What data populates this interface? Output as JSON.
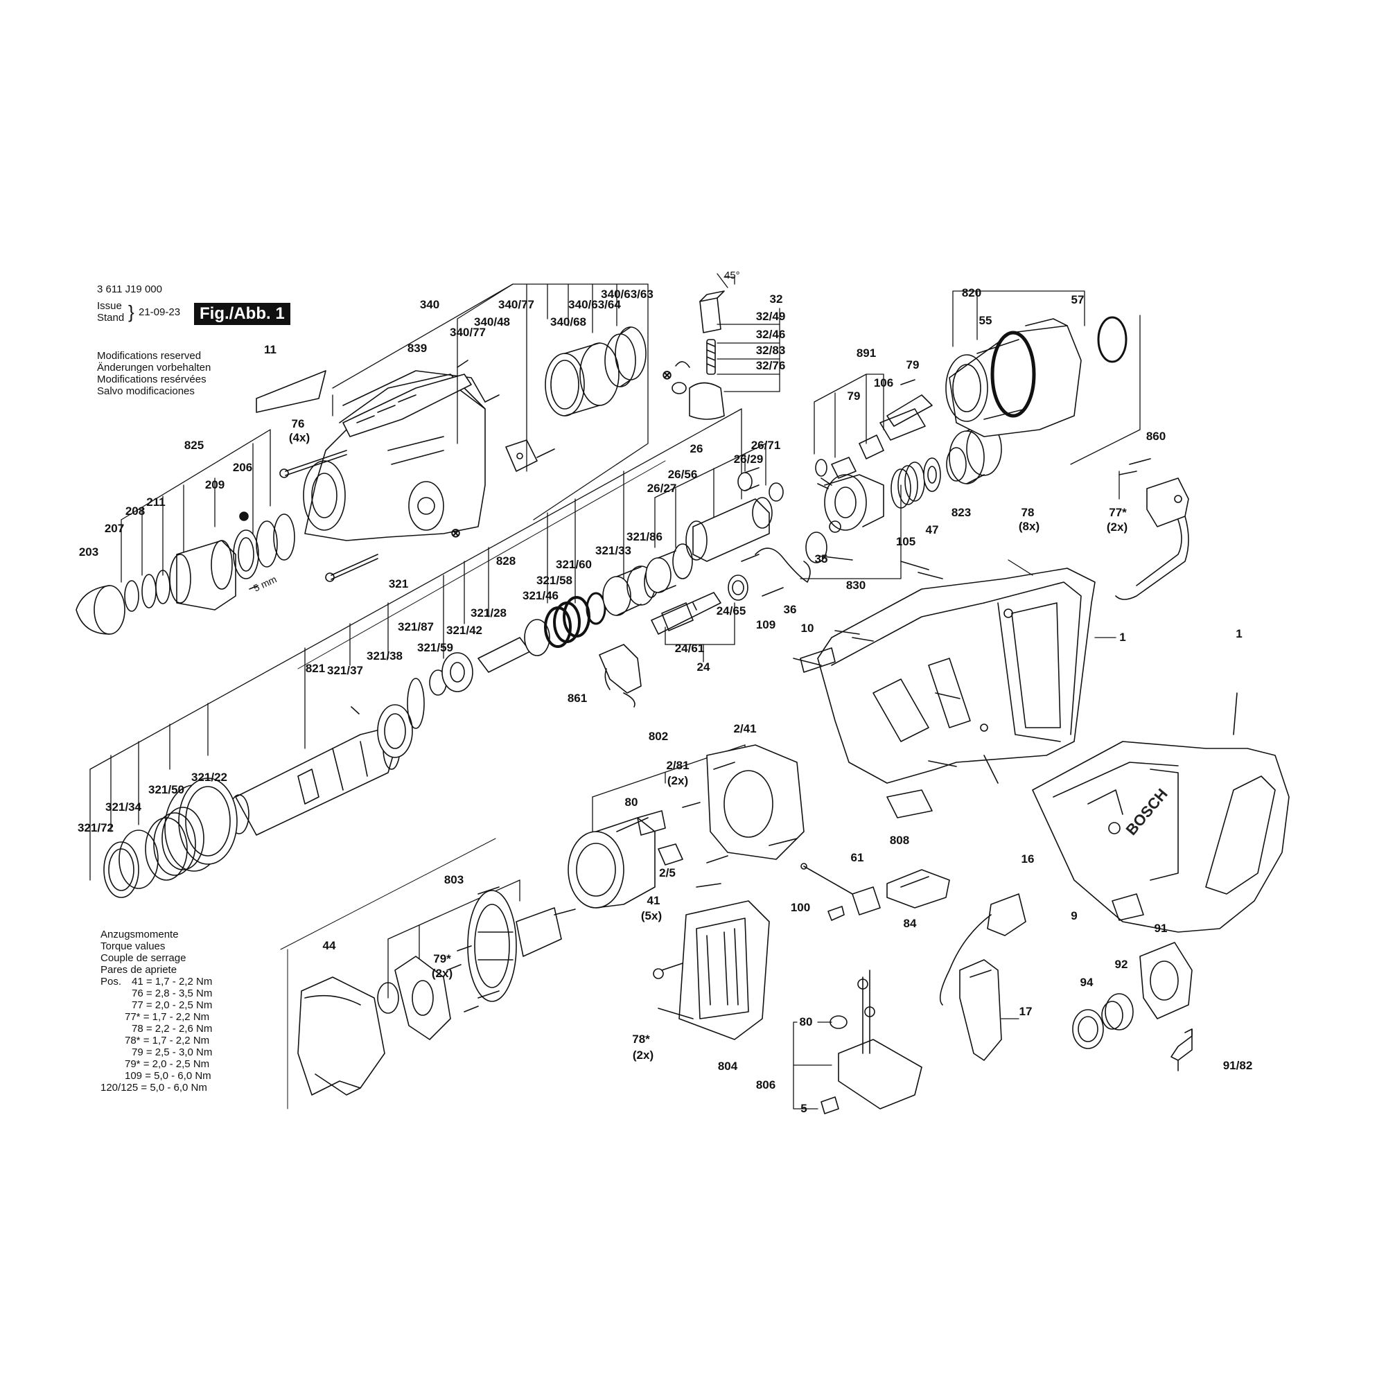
{
  "header": {
    "doc_number": "3 611 J19 000",
    "issue_label": "Issue",
    "stand_label": "Stand",
    "date": "21-09-23",
    "figure": "Fig./Abb. 1"
  },
  "modifications": [
    "Modifications reserved",
    "Änderungen vorbehalten",
    "Modifications resérvées",
    "Salvo modificaciones"
  ],
  "torque": {
    "headings": [
      "Anzugsmomente",
      "Torque values",
      "Couple de serrage",
      "Pares de apriete"
    ],
    "pos_label": "Pos.",
    "rows": [
      "41 = 1,7 - 2,2 Nm",
      "76 = 2,8 - 3,5 Nm",
      "77 = 2,0 - 2,5 Nm",
      "77* = 1,7 - 2,2 Nm",
      "78 = 2,2 - 2,6 Nm",
      "78* = 1,7 - 2,2 Nm",
      "79 = 2,5 - 3,0 Nm",
      "79* = 2,0 - 2,5 Nm",
      "109 = 5,0 - 6,0 Nm",
      "120/125 = 5,0 - 6,0 Nm"
    ]
  },
  "annotations": {
    "angle": "45°",
    "dimension": "5 mm",
    "brand_on_housing": "BOSCH"
  },
  "part_labels": [
    "340",
    "340/77",
    "340/63/64",
    "340/63/63",
    "340/48",
    "340/68",
    "340/77",
    "839",
    "11",
    "76",
    "(4x)",
    "825",
    "206",
    "209",
    "211",
    "208",
    "207",
    "203",
    "321",
    "828",
    "821",
    "321/87",
    "321/38",
    "321/37",
    "321/59",
    "321/42",
    "321/28",
    "321/46",
    "321/58",
    "321/60",
    "321/33",
    "321/86",
    "321/22",
    "321/50",
    "321/34",
    "321/72",
    "32",
    "32/49",
    "32/46",
    "32/83",
    "32/76",
    "26",
    "26/71",
    "26/29",
    "26/56",
    "26/27",
    "24/65",
    "24/61",
    "24",
    "861",
    "109",
    "36",
    "35",
    "830",
    "105",
    "47",
    "823",
    "891",
    "79",
    "106",
    "79",
    "820",
    "55",
    "57",
    "860",
    "77*",
    "(2x)",
    "78",
    "(8x)",
    "1",
    "10",
    "1",
    "802",
    "2/41",
    "2/81",
    "(2x)",
    "80",
    "2/5",
    "803",
    "79*",
    "(2x)",
    "44",
    "41",
    "(5x)",
    "78*",
    "(2x)",
    "804",
    "61",
    "100",
    "84",
    "808",
    "16",
    "9",
    "17",
    "80",
    "806",
    "5",
    "91",
    "92",
    "94",
    "91/82"
  ]
}
